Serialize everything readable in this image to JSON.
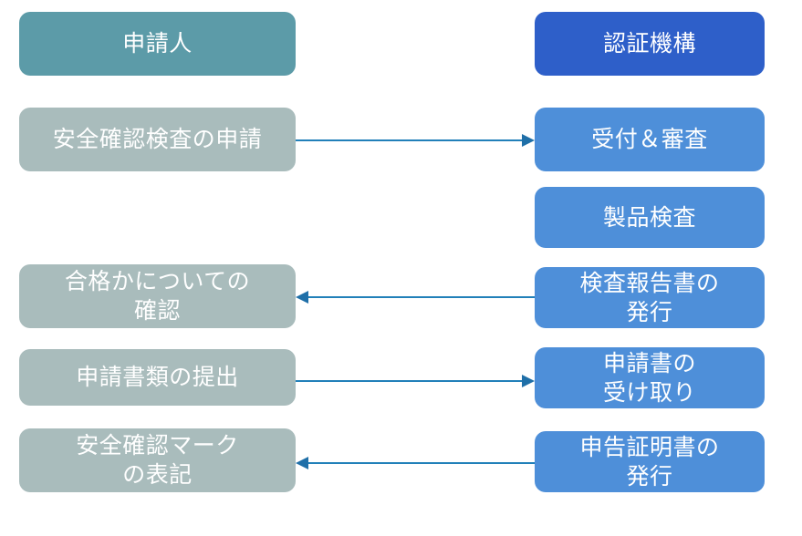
{
  "diagram": {
    "title_left": "申請人",
    "title_right": "認証機構",
    "columns": {
      "left": {
        "name": "申請人",
        "nodes": [
          {
            "label": "申請人",
            "style": "teal"
          },
          {
            "label": "安全確認検査の申請",
            "style": "gray"
          },
          {
            "label": "合格かについての\n確認",
            "style": "gray"
          },
          {
            "label": "申請書類の提出",
            "style": "gray"
          },
          {
            "label": "安全確認マーク\nの表記",
            "style": "gray"
          }
        ]
      },
      "right": {
        "name": "認証機構",
        "nodes": [
          {
            "label": "認証機構",
            "style": "blue"
          },
          {
            "label": "受付＆審査",
            "style": "lblue"
          },
          {
            "label": "製品検査",
            "style": "lblue"
          },
          {
            "label": "検査報告書の\n発行",
            "style": "lblue"
          },
          {
            "label": "申請書の\n受け取り",
            "style": "lblue"
          },
          {
            "label": "申告証明書の\n発行",
            "style": "lblue"
          }
        ]
      }
    },
    "arrows": [
      {
        "name": "arrow-application-to-reception",
        "direction": "right",
        "from": "安全確認検査の申請",
        "to": "受付＆審査"
      },
      {
        "name": "arrow-report-to-confirmation",
        "direction": "left",
        "from": "検査報告書の発行",
        "to": "合格かについての確認"
      },
      {
        "name": "arrow-documents-to-receipt",
        "direction": "right",
        "from": "申請書類の提出",
        "to": "申請書の受け取り"
      },
      {
        "name": "arrow-certificate-to-mark",
        "direction": "left",
        "from": "申告証明書の発行",
        "to": "安全確認マークの表記"
      }
    ],
    "colors": {
      "teal": "#5C9BA8",
      "gray": "#A9BCBC",
      "blue": "#2E5FC9",
      "light_blue": "#4E8FD9",
      "arrow": "#2180B9",
      "arrow_head": "#1F6FA8",
      "text": "#FFFFFF",
      "background": "#FFFFFF"
    }
  }
}
